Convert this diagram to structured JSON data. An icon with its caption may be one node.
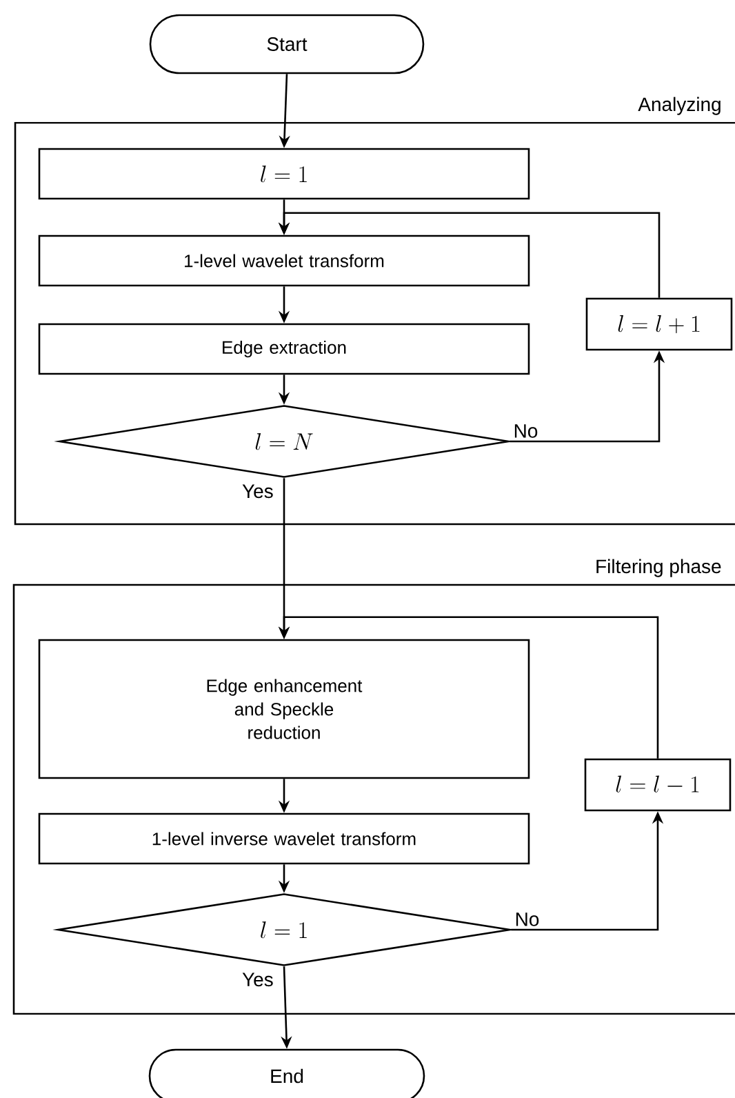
{
  "diagram": {
    "nodes": [
      {
        "text": [
          "Start"
        ]
      },
      {
        "text": [
          "Analyzing"
        ]
      },
      {
        "text": [
          "l = 1"
        ],
        "in": 1
      },
      {
        "text": [
          "1-level wavelet transform"
        ],
        "in": 1
      },
      {
        "text": [
          "Edge extraction"
        ],
        "in": 1
      },
      {
        "text": [
          "l = N"
        ],
        "in": 1
      },
      {
        "text": [
          "l = l + 1"
        ],
        "in": 1
      },
      {
        "text": [
          "Filtering phase"
        ]
      },
      {
        "text": [
          "Edge enhancement and Speckle reduction"
        ],
        "in": 7
      },
      {
        "text": [
          "1-level inverse wavelet transform"
        ],
        "in": 7
      },
      {
        "text": [
          "l = 1"
        ],
        "in": 7
      },
      {
        "text": [
          "l = l - 1"
        ],
        "in": 7
      },
      {
        "text": [
          "End"
        ]
      }
    ],
    "edges": [
      {
        "from": 0,
        "to": 2,
        "arrow": "to"
      },
      {
        "from": 2,
        "to": 3,
        "arrow": "to"
      },
      {
        "from": 3,
        "to": 4,
        "arrow": "to"
      },
      {
        "from": 4,
        "to": 5,
        "arrow": "to"
      },
      {
        "from": 5,
        "to": 6,
        "arrow": "to",
        "label": "No"
      },
      {
        "from": 6,
        "to": 3,
        "arrow": "to"
      },
      {
        "from": 5,
        "to": 8,
        "arrow": "to",
        "label": "Yes"
      },
      {
        "from": 8,
        "to": 9,
        "arrow": "to"
      },
      {
        "from": 9,
        "to": 10,
        "arrow": "to"
      },
      {
        "from": 10,
        "to": 11,
        "arrow": "to",
        "label": "No"
      },
      {
        "from": 11,
        "to": 8,
        "arrow": "to"
      },
      {
        "from": 10,
        "to": 12,
        "arrow": "to",
        "label": "Yes"
      }
    ]
  }
}
